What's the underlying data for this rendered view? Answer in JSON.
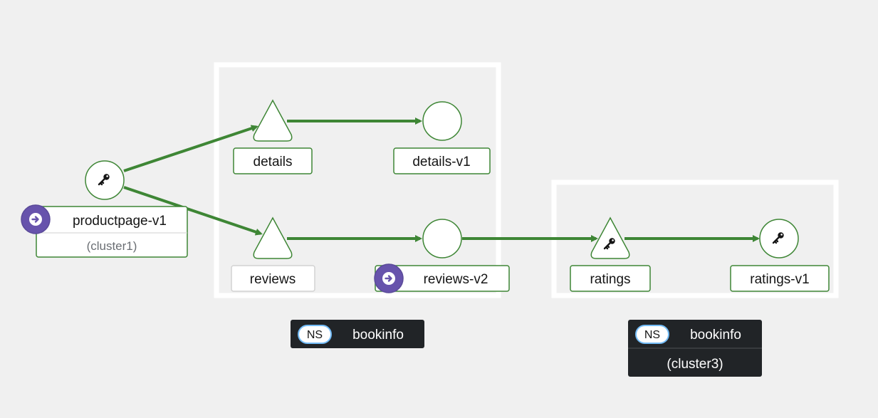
{
  "colors": {
    "edge": "#3e8635",
    "node_border": "#3e8635",
    "box_border": "#ffffff",
    "badge_purple": "#6753ac",
    "ns_bg": "#212427"
  },
  "nodes": {
    "productpage": {
      "label": "productpage-v1",
      "sublabel": "(cluster1)",
      "icon": "key-icon",
      "badge": "arrow-right-circle-icon"
    },
    "details": {
      "label": "details"
    },
    "details_v1": {
      "label": "details-v1"
    },
    "reviews": {
      "label": "reviews"
    },
    "reviews_v2": {
      "label": "reviews-v2",
      "badge": "arrow-right-circle-icon"
    },
    "ratings": {
      "label": "ratings",
      "icon": "key-icon"
    },
    "ratings_v1": {
      "label": "ratings-v1",
      "icon": "key-icon"
    }
  },
  "namespaces": [
    {
      "badge": "NS",
      "name": "bookinfo"
    },
    {
      "badge": "NS",
      "name": "bookinfo",
      "cluster": "(cluster3)"
    }
  ]
}
